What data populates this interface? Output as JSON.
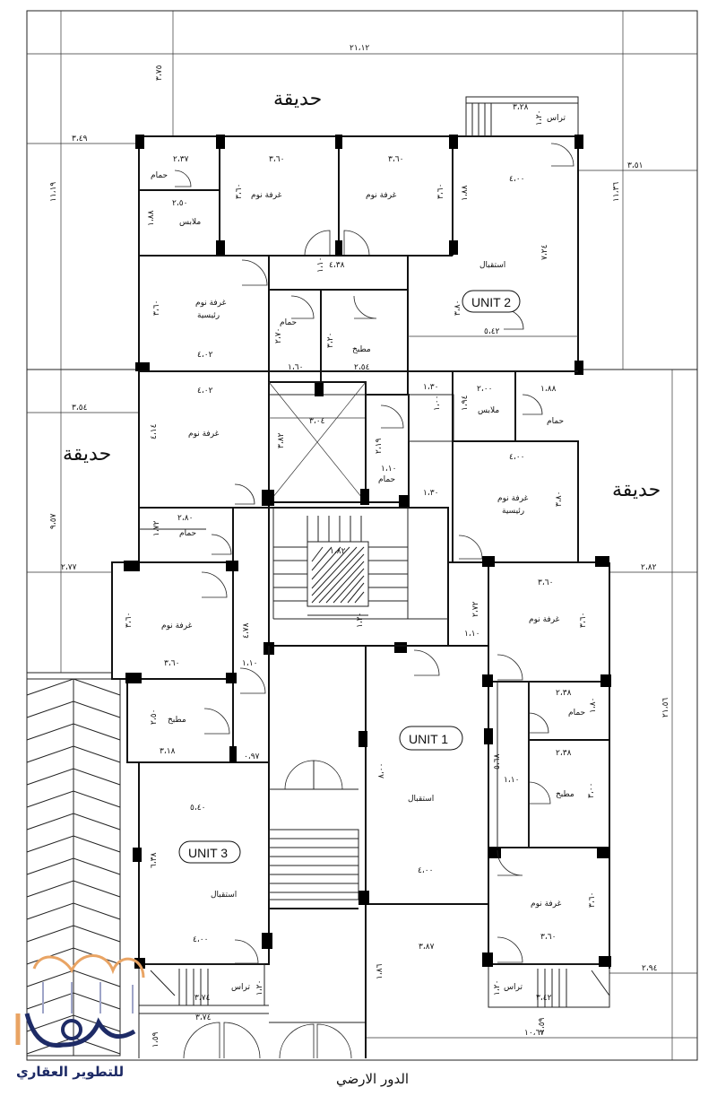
{
  "labels": {
    "garden": "حديقة",
    "bedroom": "غرفة نوم",
    "master_bedroom_line1": "غرفة نوم",
    "master_bedroom_line2": "رئيسية",
    "bathroom": "حمام",
    "dressing": "ملابس",
    "kitchen": "مطبخ",
    "reception": "استقبال",
    "terrace": "تراس"
  },
  "units": {
    "unit1": "UNIT 1",
    "unit2": "UNIT 2",
    "unit3": "UNIT 3"
  },
  "floor_title": "الدور الارضي",
  "logo": {
    "text": "للتطوير العقاري"
  },
  "dimensions": {
    "total_width": "٢١،١٢",
    "top_setback": "٣،٧٥",
    "left_garden_w1": "٣،٤٩",
    "left_depth1": "١١،١٩",
    "right_garden_w1": "٣،٥١",
    "right_depth1": "١١،٣٦",
    "left_garden_w2": "٣،٥٤",
    "left_depth2": "٩،٥٧",
    "left_garden_w3": "٢،٧٧",
    "right_garden_w3": "٢،٨٢",
    "right_depth_long": "٢١،٥٦",
    "bottom_right_w": "٢،٩٤",
    "bottom_total": "١٠،٦٧",
    "bath_top_w": "٢،٣٧",
    "dress_w": "٢،٥٠",
    "dress_h": "١،٨٨",
    "bed_w": "٣،٦٠",
    "bed_h": "٣،٦٠",
    "hall_w": "٤،٣٨",
    "hall_h": "١،١٠",
    "master_w": "٤،٠٢",
    "bath2_h": "٢،٧٠",
    "bath2_w": "١،٦٠",
    "kitchen_w": "٢،٥٤",
    "kitchen_h": "٣،٢٠",
    "unit2_w": "٤،٠٠",
    "unit2_h": "٧،٢٤",
    "unit2_h2": "٣،٨٠",
    "unit2_w2": "٥،٤٢",
    "terrace_w": "٣،٢٨",
    "terrace_h": "١،٢٠",
    "dress2_w": "٢،٠٠",
    "dress2_w2": "١،٨٨",
    "dress2_h": "١،٩٤",
    "dress2_h2": "١،٠٠",
    "small_130": "١،٣٠",
    "lift_w": "٣،٠٤",
    "lift_h": "٣،٨٢",
    "bath3_h": "٢،١٩",
    "bath3_w": "١،١٠",
    "bed_h2": "٤،١٤",
    "mbed2_h": "٣،٨٠",
    "bath4_w": "٢،٨٠",
    "bath4_h": "١،٧٢",
    "stair_w": "١،٨٢",
    "stair_h": "١،٢٠",
    "unit3_bed_h": "٣،٦٠",
    "corr_h": "٤،٧٨",
    "corr_w": "١،١٠",
    "kit3_h": "٢،٥٠",
    "kit3_w": "٣،١٨",
    "small_097": "٠،٩٧",
    "unit3_w": "٥،٤٠",
    "unit3_h": "٦،٣٨",
    "unit3_w2": "٤،٠٠",
    "terrace3_w": "٣،٧٤",
    "terrace3_h": "١،٢٠",
    "terrace3_w2": "٣،٧٤",
    "small_159": "١،٥٩",
    "u1_corr_h": "٢،٧٢",
    "u1_corr_w": "١،١٠",
    "u1_recep_h": "٨،٠٠",
    "u1_recep_w": "٤،٠٠",
    "u1_bath_w": "٢،٣٨",
    "u1_bath_h": "١،٨٠",
    "u1_kit_w": "٢،٣٨",
    "u1_kit_h": "٣،٠٠",
    "u1_hall_h": "٥،٦٨",
    "u1_hall_w": "١،١٠",
    "u1_corr2_h": "١،٨٦",
    "u1_corr2_w": "٣،٨٧",
    "u1_terrace_w": "٣،٤٢",
    "u1_terrace_h": "١،٢٠",
    "small_159b": "١،٥٩",
    "u1_bed_w": "٣،٦٠",
    "u1_bed_h": "٣،٦٠",
    "u1_bed2_w": "٣،٦٠",
    "u1_bed2_h": "٣،٦٠"
  }
}
